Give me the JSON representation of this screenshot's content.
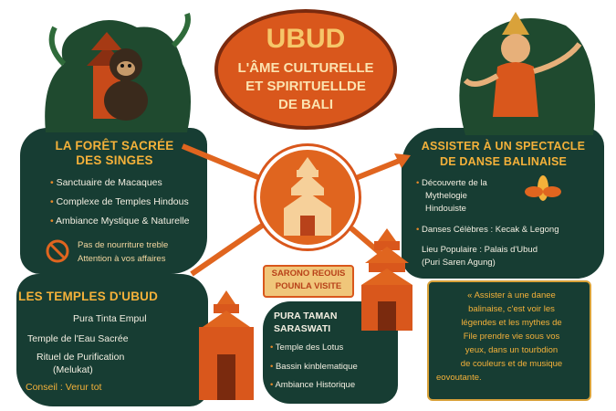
{
  "title": {
    "line1": "UBUD",
    "line2": "L'ÂME CULTURELLE",
    "line3": "ET SPIRITUELLDE",
    "line4": "DE BALI"
  },
  "forest": {
    "heading1": "LA FORÊT SACRÉE",
    "heading2": "DES SINGES",
    "items": [
      "Sanctuaire de Macaques",
      "Complexe de Temples Hindous",
      "Ambiance Mystique & Naturelle"
    ],
    "warning1": "Pas de nourriture treble",
    "warning2": "Attention à vos affaires"
  },
  "temples": {
    "heading": "LES TEMPLES D'UBUD",
    "item1": "Pura Tinta Empul",
    "item2": "Temple de l'Eau Sacrée",
    "item3a": "Rituel de Purification",
    "item3b": "(Melukat)",
    "tip": "Conseil : Verur tot"
  },
  "badge": {
    "line1": "SARONO REOUIS",
    "line2": "POUNLA VISITE"
  },
  "pura": {
    "heading1": "PURA TAMAN",
    "heading2": "SARASWATI",
    "items": [
      "Temple des Lotus",
      "Bassin kinblematique",
      "Ambiance Historique"
    ]
  },
  "dance": {
    "heading1": "ASSISTER À UN SPECTACLE",
    "heading2": "DE DANSE BALINAISE",
    "item1a": "Découverte de la",
    "item1b": "Mythelogie",
    "item1c": "Hindouiste",
    "item2": "Danses Célèbres : Kecak & Legong",
    "item3a": "Lieu Populaire : Palais d'Ubud",
    "item3b": "(Puri Saren Agung)"
  },
  "quote": {
    "lines": [
      "« Assister à une danee",
      "balinaise, c'est voir les",
      "légendes et les mythes de",
      "File prendre vie sous vos",
      "yeux, dans un tourbdion",
      "de couleurs et de musique",
      "eovoutante."
    ]
  },
  "icons": {
    "monkey": "monkey-icon",
    "temple": "temple-icon",
    "dancer": "dancer-icon",
    "lotus": "lotus-icon",
    "no_food": "no-food-icon"
  },
  "colors": {
    "dark_green": "#173d33",
    "orange": "#d9571c",
    "gold": "#f4b13a",
    "cream": "#f3efe2"
  }
}
